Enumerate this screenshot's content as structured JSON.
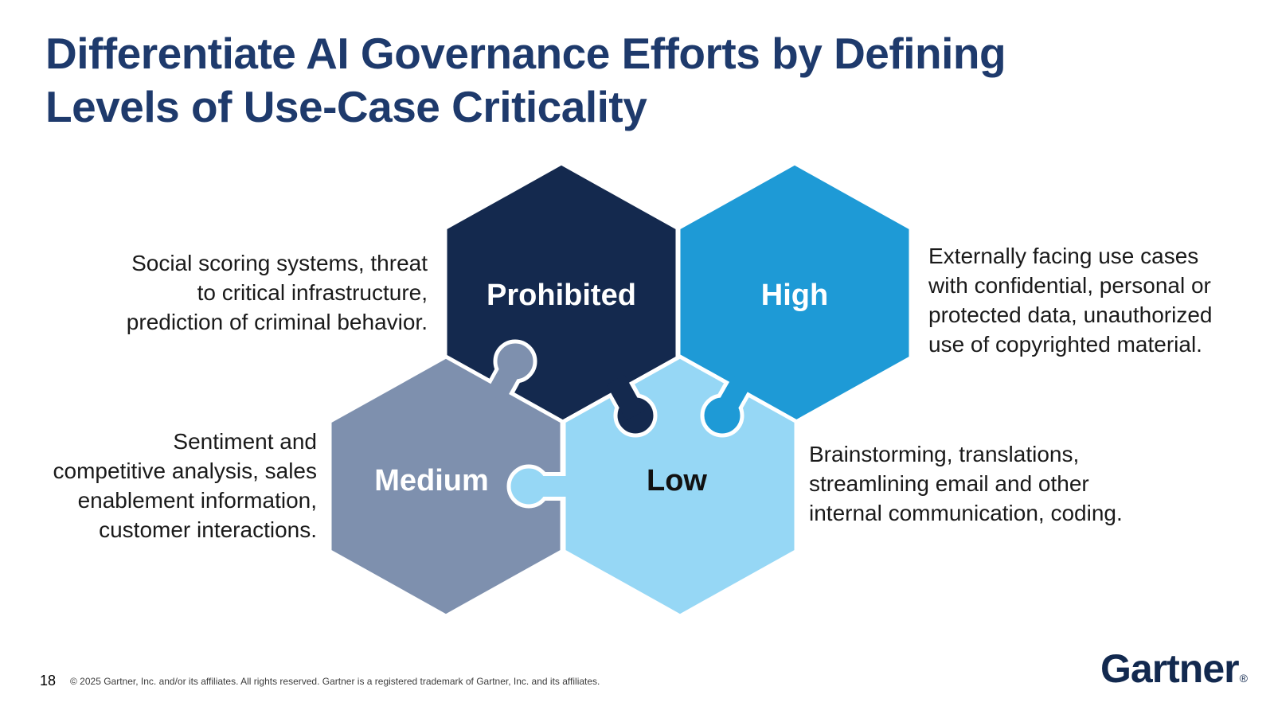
{
  "slide": {
    "title": "Differentiate AI Governance Efforts by Defining\nLevels of Use-Case Criticality",
    "footer": {
      "page_number": "18",
      "copyright": "© 2025 Gartner, Inc. and/or its affiliates. All rights reserved. Gartner is a registered trademark of Gartner, Inc. and its affiliates."
    },
    "logo": {
      "text": "Gartner",
      "registered_mark": "®"
    }
  },
  "diagram": {
    "type": "puzzle-hexagon-grid",
    "pieces": [
      {
        "id": "prohibited",
        "label": "Prohibited",
        "color": "#14294E",
        "label_color": "#FFFFFF",
        "description": "Social scoring systems, threat\nto critical infrastructure,\nprediction of criminal behavior.",
        "description_align": "right"
      },
      {
        "id": "high",
        "label": "High",
        "color": "#1E9AD6",
        "label_color": "#FFFFFF",
        "description": "Externally facing use cases\nwith confidential, personal or\nprotected data, unauthorized\nuse of copyrighted material.",
        "description_align": "left"
      },
      {
        "id": "medium",
        "label": "Medium",
        "color": "#7E90AE",
        "label_color": "#FFFFFF",
        "description": "Sentiment and\ncompetitive analysis, sales\nenablement information,\ncustomer interactions.",
        "description_align": "right"
      },
      {
        "id": "low",
        "label": "Low",
        "color": "#96D7F5",
        "label_color": "#111111",
        "description": "Brainstorming, translations,\nstreamlining email and other\ninternal communication, coding.",
        "description_align": "left"
      }
    ]
  },
  "colors": {
    "background": "#FFFFFF",
    "title": "#1E3A6C",
    "body_text": "#1A1A1A",
    "footer_text": "#3C3C3C",
    "logo": "#12294F",
    "piece_outline": "#FFFFFF"
  }
}
